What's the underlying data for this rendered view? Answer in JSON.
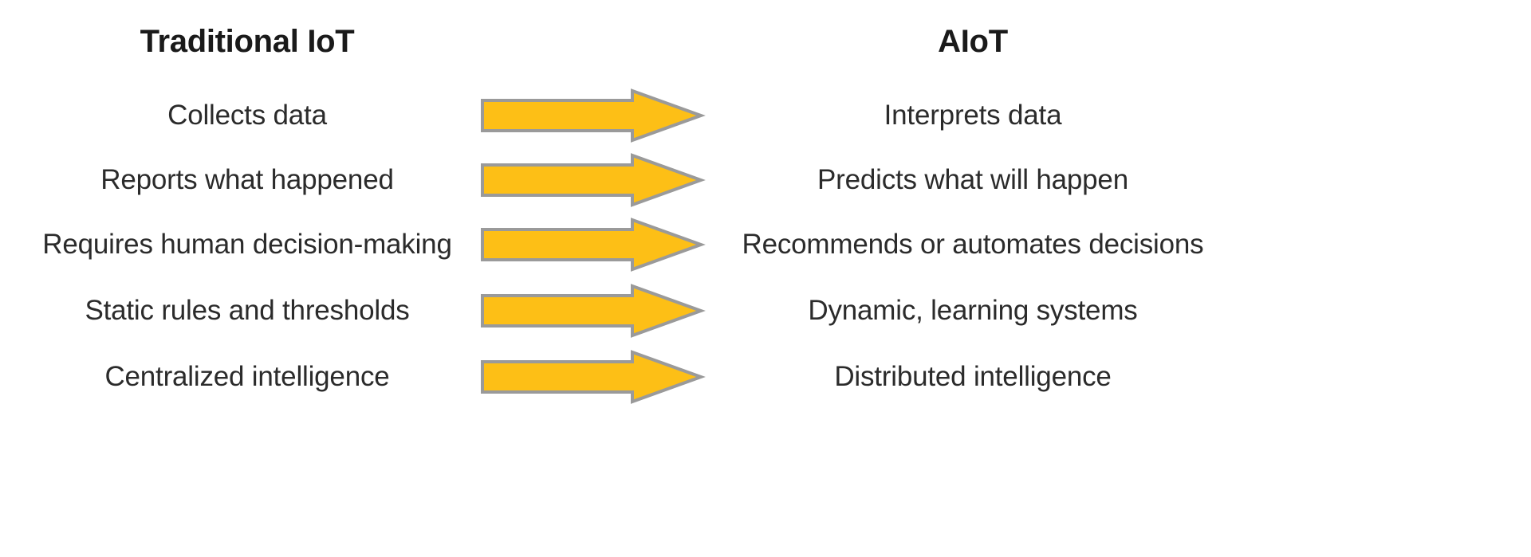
{
  "diagram": {
    "title_left": "Traditional IoT",
    "title_right": "AIoT",
    "arrow_icon_name": "right-block-arrow-icon",
    "colors": {
      "arrow_fill": "#fdbf16",
      "arrow_fill_dark": "#e8ab10",
      "arrow_stroke": "#9a9a9a",
      "text": "#2b2b2b",
      "heading": "#1a1a1a",
      "background": "#ffffff"
    },
    "rows": [
      {
        "left": "Collects data",
        "right": "Interprets data"
      },
      {
        "left": "Reports what happened",
        "right": "Predicts what will happen"
      },
      {
        "left": "Requires human decision-making",
        "right": "Recommends or automates decisions"
      },
      {
        "left": "Static rules and thresholds",
        "right": "Dynamic, learning systems"
      },
      {
        "left": "Centralized intelligence",
        "right": "Distributed intelligence"
      }
    ]
  }
}
